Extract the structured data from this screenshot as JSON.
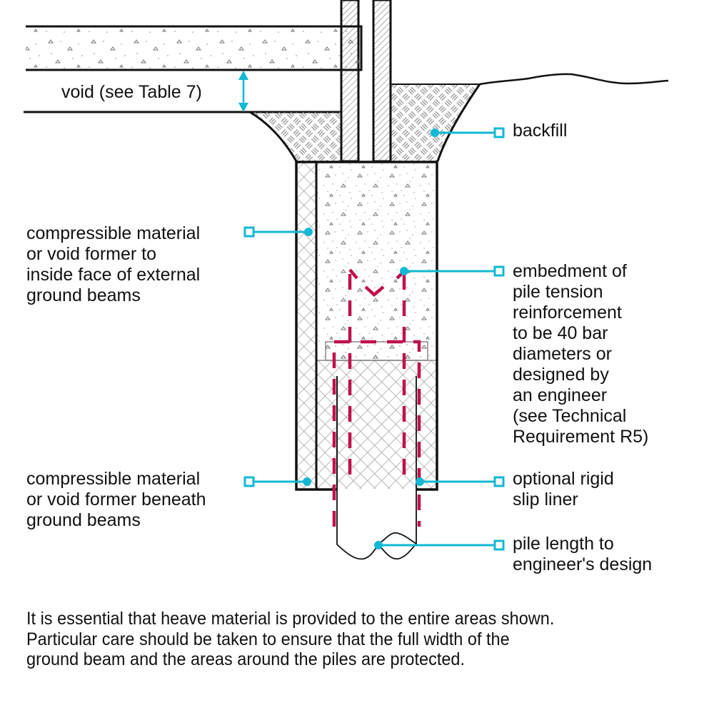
{
  "colors": {
    "leader": "#13b8d4",
    "reinforcement": "#c0104e",
    "outline": "#111111",
    "hatch": "#888888"
  },
  "labels": {
    "void": "void (see Table 7)",
    "backfill": "backfill",
    "compressible_inside": "compressible material\nor void former to\ninside face of external\nground beams",
    "embedment": "embedment of\npile tension\nreinforcement\nto be 40 bar\ndiameters or\ndesigned by\nan engineer\n(see Technical\nRequirement R5)",
    "compressible_beneath": "compressible material\nor void former beneath\nground beams",
    "slip_liner": "optional rigid\nslip liner",
    "pile_length": "pile length to\nengineer's design"
  },
  "note": "It is essential that heave material is provided to the entire areas shown.\nParticular care should be taken to ensure that the full width of the\nground beam and the areas around the piles are protected."
}
